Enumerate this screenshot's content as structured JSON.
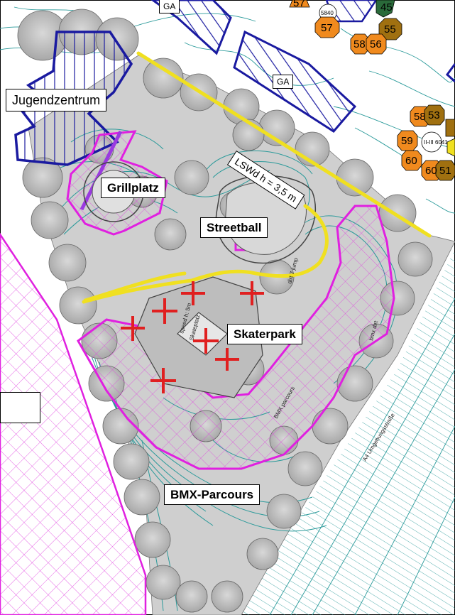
{
  "labels": {
    "jugendzentrum": "Jugendzentrum",
    "grillplatz": "Grillplatz",
    "streetball": "Streetball",
    "skaterpark": "Skaterpark",
    "bmx": "BMX-Parcours",
    "lswd": "LSWd h = 3,5 m",
    "ga_top": "GA",
    "ga_right": "GA"
  },
  "markers": [
    {
      "n": "57"
    },
    {
      "n": "5840"
    },
    {
      "n": "45"
    },
    {
      "n": "57"
    },
    {
      "n": "55"
    },
    {
      "n": "58"
    },
    {
      "n": "56"
    },
    {
      "n": "58"
    },
    {
      "n": "53"
    },
    {
      "n": "59"
    },
    {
      "n": "II-III 6041"
    },
    {
      "n": "60"
    },
    {
      "n": "60"
    },
    {
      "n": "51"
    }
  ],
  "colors": {
    "building_outline": "#1a1aa0",
    "magenta": "#e020e0",
    "noise_barrier": "#f0e020",
    "contours": "#2a9a9a",
    "equipment": "#e02020",
    "marker_orange": "#f08a1e",
    "marker_olive": "#a07010",
    "marker_green": "#2a6a3a"
  }
}
